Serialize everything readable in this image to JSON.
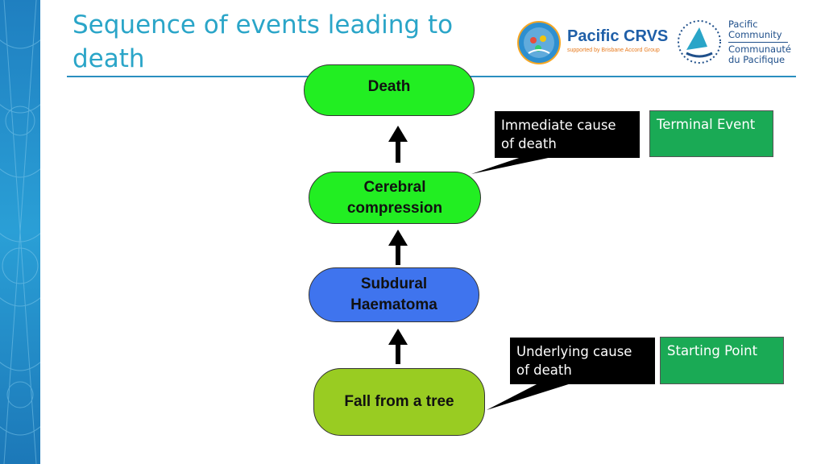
{
  "slide": {
    "title": "Sequence of events leading to death"
  },
  "logos": {
    "crvs_name": "Pacific CRVS",
    "crvs_tagline": "supported by Brisbane Accord Group",
    "spc_line1": "Pacific",
    "spc_line2": "Community",
    "spc_line3": "Communauté",
    "spc_line4": "du Pacifique"
  },
  "chain": {
    "death": "Death",
    "cerebral_line1": "Cerebral",
    "cerebral_line2": "compression",
    "subdural_line1": "Subdural",
    "subdural_line2": "Haematoma",
    "fall": "Fall from a tree"
  },
  "callouts": {
    "immediate_line1": "Immediate cause",
    "immediate_line2": "of death",
    "underlying_line1": "Underlying cause",
    "underlying_line2": "of death"
  },
  "labels": {
    "terminal": "Terminal Event",
    "starting": "Starting Point"
  },
  "colors": {
    "title": "#2aa5c8",
    "pill_green": "#22ee22",
    "pill_blue": "#3f74ee",
    "pill_olive": "#99cc22",
    "label_green": "#1aaa55",
    "side_band": "#2a9fd6"
  }
}
